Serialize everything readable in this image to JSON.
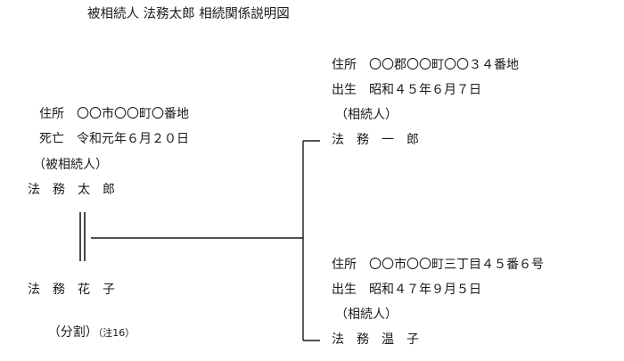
{
  "document": {
    "title": "被相続人 法務太郎 相続関係説明図"
  },
  "decedent": {
    "address": "住所　〇〇市〇〇町〇番地",
    "death": "死亡　令和元年６月２０日",
    "role": "（被相続人）",
    "name": "法　務　太　郎"
  },
  "spouse": {
    "name": "法　務　花　子",
    "role": "（分割）",
    "note": "（注16）"
  },
  "heir1": {
    "address": "住所　〇〇郡〇〇町〇〇３４番地",
    "birth": "出生　昭和４５年６月７日",
    "role": "（相続人）",
    "name": "法　務　一　郎"
  },
  "heir2": {
    "address": "住所　〇〇市〇〇町三丁目４５番６号",
    "birth": "出生　昭和４７年９月５日",
    "role": "（相続人）",
    "name": "法　務　温　子"
  }
}
